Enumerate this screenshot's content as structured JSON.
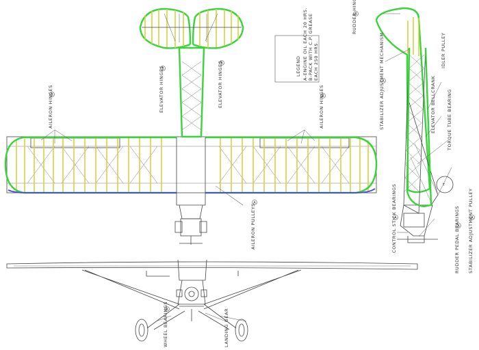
{
  "legend": {
    "title": "LEGEND",
    "line1": "A-ENGINE OIL EACH 20 HRS.",
    "line2": "B-PACK WITH C.P. GREASE",
    "line3": "EACH 250 HRS."
  },
  "labels": {
    "aileron_hinges_left": "AILERON HINGES",
    "aileron_hinges_right": "AILERON HINGES",
    "elevator_hinges_left": "ELEVATOR HINGES",
    "elevator_hinges_right": "ELEVATOR HINGES",
    "aileron_pulleys": "AILERON PULLEYS",
    "wheel_bearings": "WHEEL BEARINGS",
    "landing_gear": "LANDING GEAR",
    "rudder_hinges": "RUDDER HINGES",
    "stabilizer_adjustment_mechanism": "STABILIZER ADJUSTMENT MECHANISM",
    "idler_pulley": "IDLER PULLEY",
    "elevator_bellcrank": "ELEVATOR BELLCRANK",
    "torque_tube_bearing": "TORQUE TUBE BEARING",
    "control_stick_bearings": "CONTROL STICK BEARINGS",
    "rudder_pedal_bearings": "RUDDER PEDAL BEARINGS",
    "stabilizer_adjustment_pulley": "STABILIZER ADJUSTMENT PULLEY"
  },
  "markers": {
    "b": "B",
    "a": "A"
  },
  "colors": {
    "hinge_outline": "#39d43a",
    "grease_points": "#d8d23a",
    "trailing_edge": "#4a4fe0",
    "ink": "#444444"
  }
}
